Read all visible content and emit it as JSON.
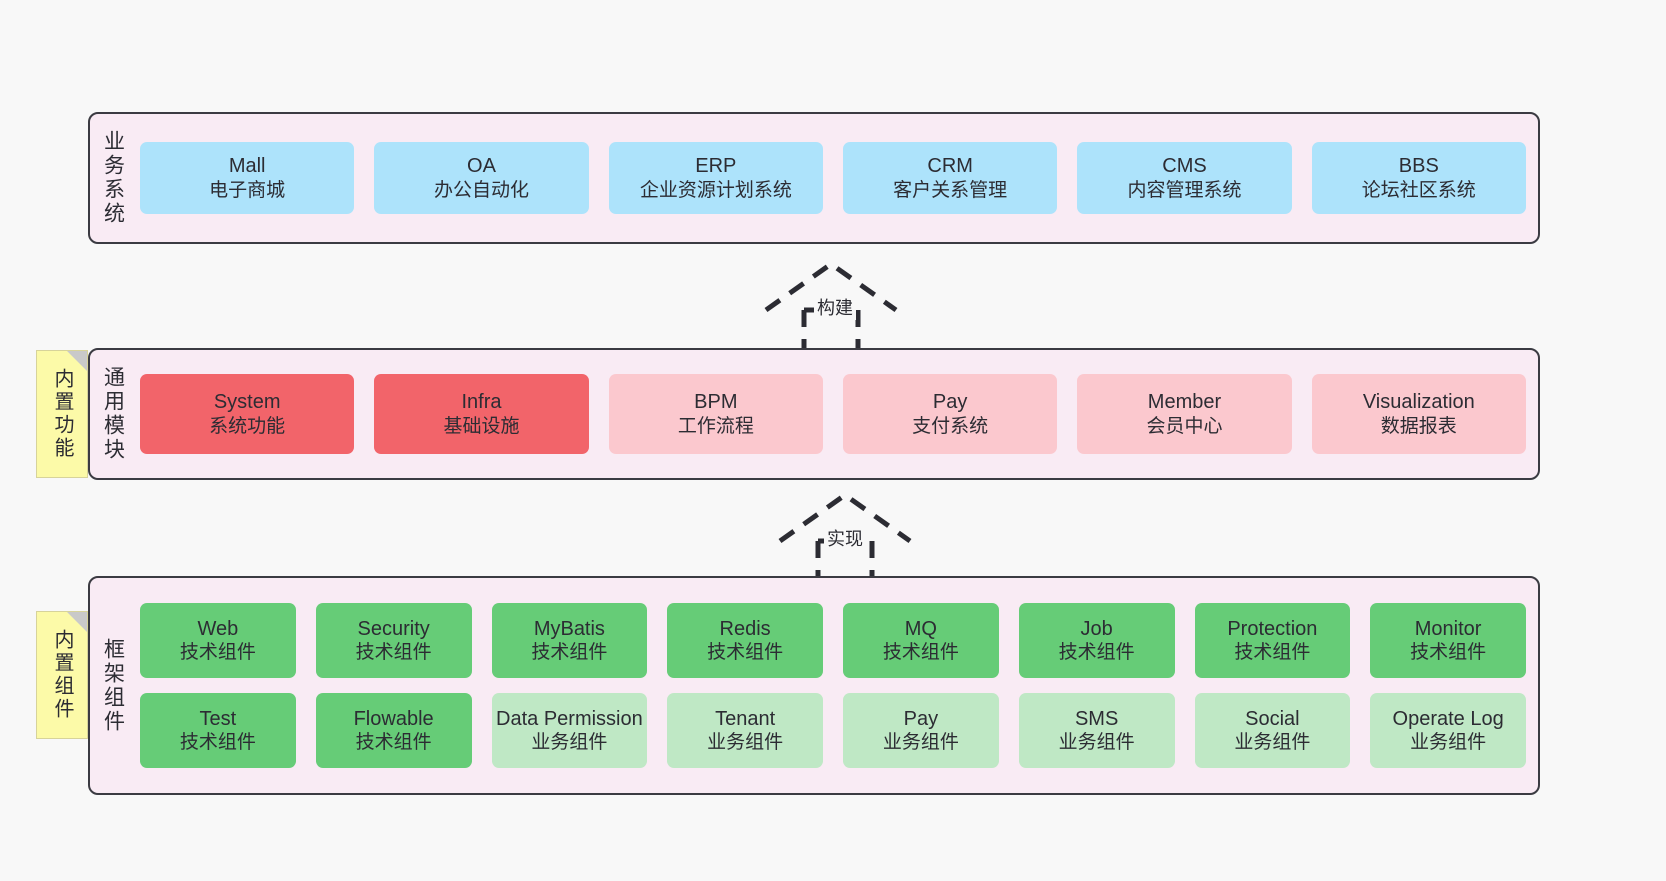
{
  "diagram": {
    "background_color": "#f8f8f8",
    "band_background_color": "#f9ebf4",
    "band_border_color": "#3b3b42",
    "colors": {
      "blue": "#ade3fb",
      "red": "#f2646a",
      "pink_light": "#fbc8ce",
      "green": "#66cc77",
      "green_light": "#bfe8c5",
      "sticky_yellow": "#fcfaa8"
    }
  },
  "bands": {
    "business": {
      "label": "业务系统",
      "rows": [
        {
          "nodes": [
            {
              "title": "Mall",
              "sub": "电子商城",
              "style": "blue"
            },
            {
              "title": "OA",
              "sub": "办公自动化",
              "style": "blue"
            },
            {
              "title": "ERP",
              "sub": "企业资源计划系统",
              "style": "blue"
            },
            {
              "title": "CRM",
              "sub": "客户关系管理",
              "style": "blue"
            },
            {
              "title": "CMS",
              "sub": "内容管理系统",
              "style": "blue"
            },
            {
              "title": "BBS",
              "sub": "论坛社区系统",
              "style": "blue"
            }
          ]
        }
      ]
    },
    "common": {
      "label": "通用模块",
      "sticky": "内置功能",
      "rows": [
        {
          "nodes": [
            {
              "title": "System",
              "sub": "系统功能",
              "style": "red"
            },
            {
              "title": "Infra",
              "sub": "基础设施",
              "style": "red"
            },
            {
              "title": "BPM",
              "sub": "工作流程",
              "style": "pinklight"
            },
            {
              "title": "Pay",
              "sub": "支付系统",
              "style": "pinklight"
            },
            {
              "title": "Member",
              "sub": "会员中心",
              "style": "pinklight"
            },
            {
              "title": "Visualization",
              "sub": "数据报表",
              "style": "pinklight"
            }
          ]
        }
      ]
    },
    "framework": {
      "label": "框架组件",
      "sticky": "内置组件",
      "rows": [
        {
          "nodes": [
            {
              "title": "Web",
              "sub": "技术组件",
              "style": "green"
            },
            {
              "title": "Security",
              "sub": "技术组件",
              "style": "green"
            },
            {
              "title": "MyBatis",
              "sub": "技术组件",
              "style": "green"
            },
            {
              "title": "Redis",
              "sub": "技术组件",
              "style": "green"
            },
            {
              "title": "MQ",
              "sub": "技术组件",
              "style": "green"
            },
            {
              "title": "Job",
              "sub": "技术组件",
              "style": "green"
            },
            {
              "title": "Protection",
              "sub": "技术组件",
              "style": "green"
            },
            {
              "title": "Monitor",
              "sub": "技术组件",
              "style": "green"
            }
          ]
        },
        {
          "nodes": [
            {
              "title": "Test",
              "sub": "技术组件",
              "style": "green"
            },
            {
              "title": "Flowable",
              "sub": "技术组件",
              "style": "green"
            },
            {
              "title": "Data Permission",
              "sub": "业务组件",
              "style": "greenlight"
            },
            {
              "title": "Tenant",
              "sub": "业务组件",
              "style": "greenlight"
            },
            {
              "title": "Pay",
              "sub": "业务组件",
              "style": "greenlight"
            },
            {
              "title": "SMS",
              "sub": "业务组件",
              "style": "greenlight"
            },
            {
              "title": "Social",
              "sub": "业务组件",
              "style": "greenlight"
            },
            {
              "title": "Operate Log",
              "sub": "业务组件",
              "style": "greenlight"
            }
          ]
        }
      ]
    }
  },
  "arrows": [
    {
      "label": "构建",
      "from": "通用模块",
      "to": "业务系统",
      "style": "dashed-hollow-up"
    },
    {
      "label": "实现",
      "from": "框架组件",
      "to": "通用模块",
      "style": "dashed-hollow-up"
    }
  ]
}
